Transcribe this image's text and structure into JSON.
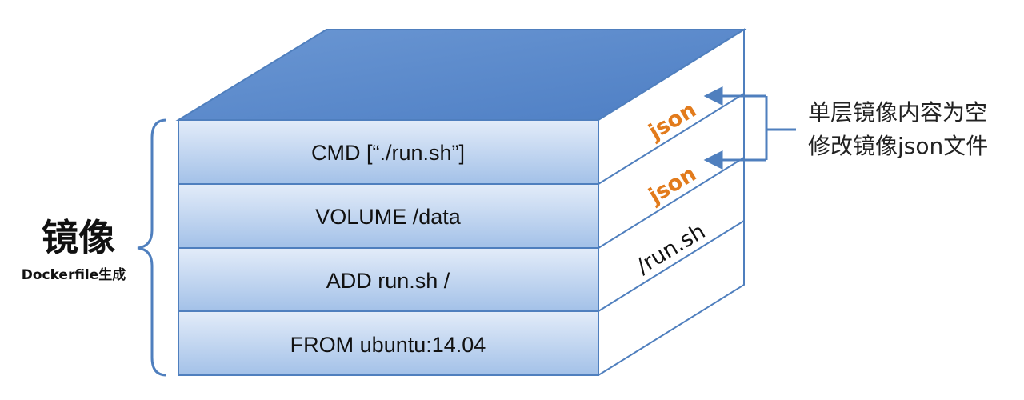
{
  "layers": [
    {
      "label": "CMD [“./run.sh”]"
    },
    {
      "label": "VOLUME /data"
    },
    {
      "label": "ADD run.sh /"
    },
    {
      "label": "FROM ubuntu:14.04"
    }
  ],
  "side_labels": {
    "cmd": "json",
    "volume": "json",
    "add": "/run.sh"
  },
  "note": {
    "line1": "单层镜像内容为空",
    "line2": "修改镜像json文件"
  },
  "image": {
    "title": "镜像",
    "subtitle": "Dockerfile生成"
  },
  "colors": {
    "outline": "#4f7fbe",
    "face_top": "#5b89c9",
    "layer_light": "#dbe7f7",
    "layer_dark": "#a6c3e8",
    "json_text": "#e27b1c"
  }
}
